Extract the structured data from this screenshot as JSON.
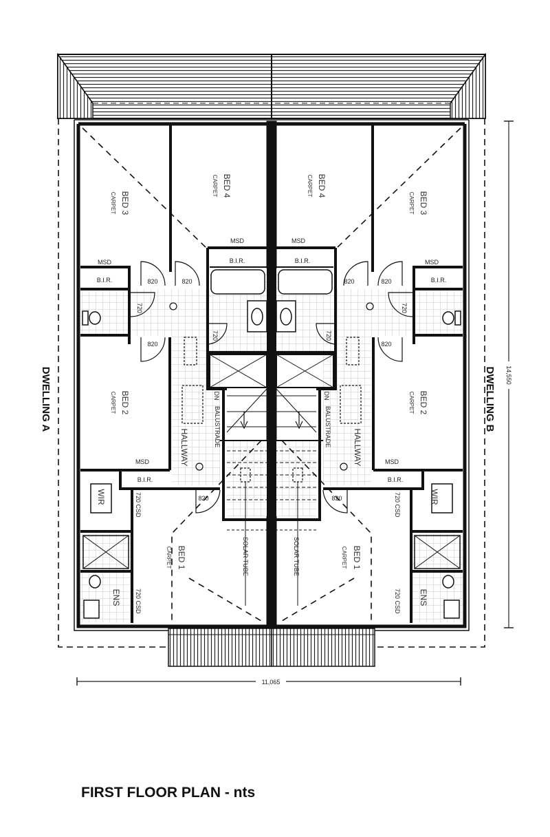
{
  "title": "FIRST FLOOR PLAN - nts",
  "dwellings": [
    "DWELLING A",
    "DWELLING B"
  ],
  "dimensions": {
    "depth": "14,550",
    "width": "11,065"
  },
  "rooms": {
    "bed3": "BED 3",
    "bed4": "BED 4",
    "bed2": "BED 2",
    "bed1": "BED 1",
    "carpet": "CARPET",
    "hallway": "HALLWAY",
    "wir": "WIR",
    "ens": "ENS",
    "bir": "B.I.R.",
    "msd": "MSD",
    "solar_tube": "SOLAR TUBE",
    "balustrade": "BALUSTRADE",
    "dn": "DN"
  },
  "doors": {
    "d820": "820",
    "d720": "720",
    "csd": "720 CSD"
  },
  "colors": {
    "line": "#111111",
    "tile": "#c8c8c8"
  }
}
